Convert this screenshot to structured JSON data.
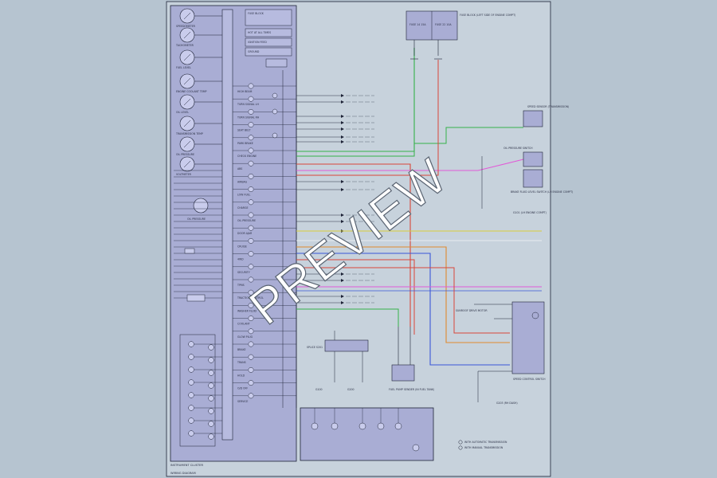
{
  "watermark": "PREVIEW",
  "colors": {
    "background": "#b6c4d0",
    "sheet": "#c7d2dc",
    "panel": "#a9add4",
    "line": "#1d2236",
    "green": "#35b24a",
    "pink": "#e25ad7",
    "red": "#d9473a",
    "orange": "#e08a2e",
    "blue": "#3a56d9",
    "yellow": "#d9cf3a",
    "white": "#f2f4f8"
  },
  "gauges": [
    "SPEEDOMETER",
    "TACHOMETER",
    "FUEL LEVEL",
    "ENGINE COOLANT TEMP",
    "OIL LEVEL",
    "TRANSMISSION TEMP",
    "OIL PRESSURE",
    "VOLTMETER"
  ],
  "indicators": [
    "HIGH BEAM",
    "TURN SIGNAL LH",
    "TURN SIGNAL RH",
    "SEAT BELT",
    "PARK BRAKE",
    "CHECK ENGINE",
    "ABS",
    "AIRBAG",
    "LOW FUEL",
    "CHARGE",
    "OIL PRESSURE",
    "DOOR AJAR",
    "CRUISE",
    "4WD",
    "SECURITY",
    "TPMS",
    "TRACTION CONTROL",
    "WASHER FLUID",
    "COOLANT",
    "GLOW PLUG",
    "BRAKE",
    "TRANS",
    "HOLD",
    "O/D OFF",
    "SERVICE"
  ],
  "top_notes": [
    "FUSE BLOCK",
    "HOT AT ALL TIMES",
    "IGNITION FEED",
    "GROUND"
  ],
  "connector_labels": [
    "FUSE 14 15A",
    "FUSE 22 10A",
    "FUSE BLOCK (LEFT SIDE OF ENGINE COMPT)"
  ],
  "right_labels": {
    "sensor1": "SPEED SENSOR (TRANSMISSION)",
    "sensor2": "OIL PRESSURE SWITCH",
    "sensor3": "BRAKE FLUID LEVEL SWITCH (LH ENGINE COMPT)",
    "ground1": "G101 (LH ENGINE COMPT)",
    "switch_module": "SPEED CONTROL SWITCH",
    "ground2": "G203 (RH DASH)",
    "component": "SUNROOF DRIVE MOTOR"
  },
  "bottom_labels": {
    "splice": "SPLICE S201",
    "ground_a": "G100",
    "ground_b": "G200",
    "fuel_sender": "FUEL PUMP SENDER (IN FUEL TANK)",
    "legend1": "WITH AUTOMATIC TRANSMISSION",
    "legend2": "WITH MANUAL TRANSMISSION",
    "footer1": "INSTRUMENT CLUSTER",
    "footer2": "WIRING DIAGRAM"
  }
}
